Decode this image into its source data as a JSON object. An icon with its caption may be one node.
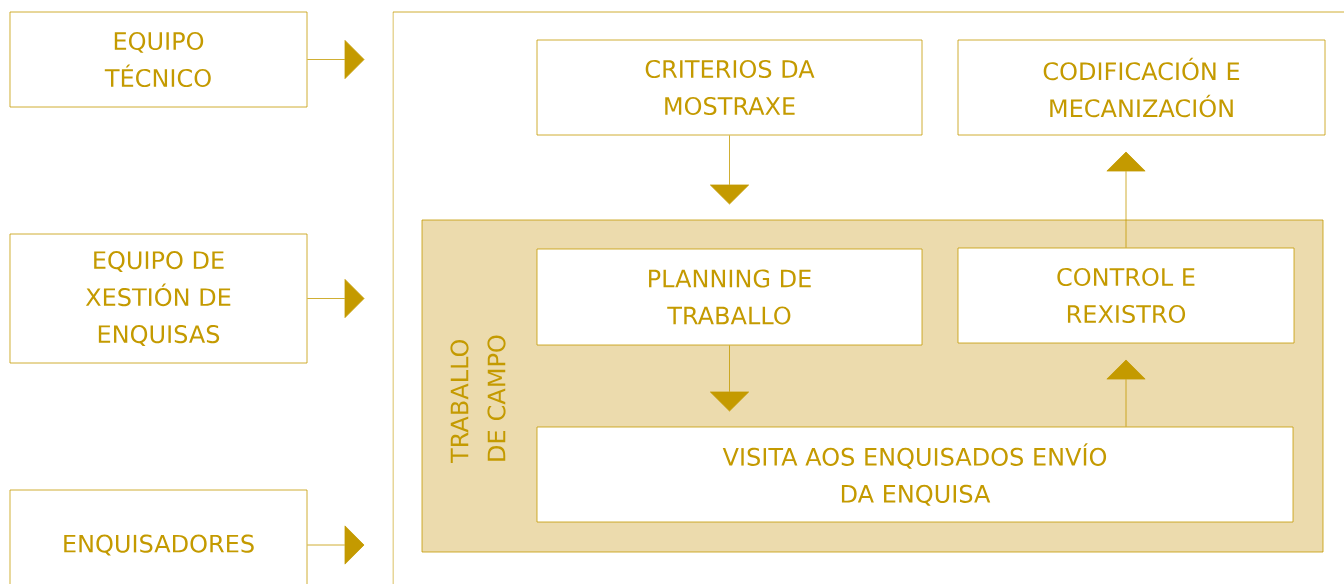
{
  "diagram": {
    "nodes": [
      {
        "text": [
          "EQUIPO TÉCNICO"
        ]
      },
      {
        "text": [
          "EQUIPO DE XESTIÓN DE ENQUISAS"
        ]
      },
      {
        "text": [
          "ENQUISADORES"
        ]
      },
      {
        "text": [],
        "shape": "box"
      },
      {
        "text": [
          "CRITERIOS DA MOSTRAXE"
        ],
        "in": 3
      },
      {
        "text": [
          "CODIFICACIÓN E MECANIZACIÓN"
        ],
        "in": 3
      },
      {
        "text": [
          "TRABALLO DE CAMPO"
        ],
        "in": 3
      },
      {
        "text": [
          "PLANNING DE TRABALLO"
        ],
        "in": 6
      },
      {
        "text": [
          "CONTROL E REXISTRO"
        ],
        "in": 6
      },
      {
        "text": [
          "VISITA AOS ENQUISADOS ENVÍO DA ENQUISA"
        ],
        "in": 6
      }
    ],
    "edges": [
      {
        "from": 0,
        "to": 3,
        "arrow": "to"
      },
      {
        "from": 1,
        "to": 3,
        "arrow": "to"
      },
      {
        "from": 2,
        "to": 3,
        "arrow": "to"
      },
      {
        "from": 4,
        "to": 6,
        "arrow": "to"
      },
      {
        "from": 7,
        "to": 9,
        "arrow": "to"
      },
      {
        "from": 9,
        "to": 8,
        "arrow": "to"
      },
      {
        "from": 8,
        "to": 5,
        "arrow": "to"
      }
    ]
  }
}
